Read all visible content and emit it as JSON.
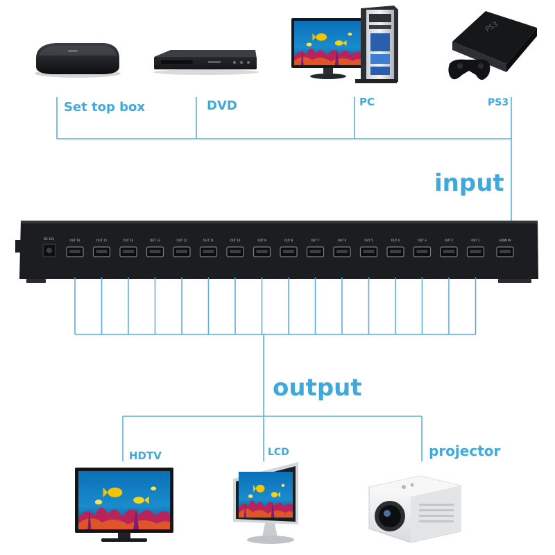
{
  "diagram": {
    "section_input": "input",
    "section_output": "output",
    "sources": [
      {
        "label": "Set top box",
        "icon": "set-top-box-icon"
      },
      {
        "label": "DVD",
        "icon": "dvd-player-icon"
      },
      {
        "label": "PC",
        "icon": "pc-icon"
      },
      {
        "label": "PS3",
        "icon": "ps3-console-icon"
      }
    ],
    "displays": [
      {
        "label": "HDTV",
        "icon": "hdtv-icon"
      },
      {
        "label": "LCD",
        "icon": "lcd-monitor-icon"
      },
      {
        "label": "projector",
        "icon": "projector-icon"
      }
    ],
    "splitter": {
      "power_label": "DC 12V",
      "input_label": "HDMI IN",
      "output_labels": [
        "OUT 16",
        "OUT 15",
        "OUT 14",
        "OUT 13",
        "OUT 12",
        "OUT 11",
        "OUT 10",
        "OUT 9",
        "OUT 8",
        "OUT 7",
        "OUT 6",
        "OUT 5",
        "OUT 4",
        "OUT 3",
        "OUT 2",
        "OUT 1"
      ]
    },
    "colors": {
      "accent": "#3fa9dd",
      "device_body": "#1c1f24"
    }
  }
}
